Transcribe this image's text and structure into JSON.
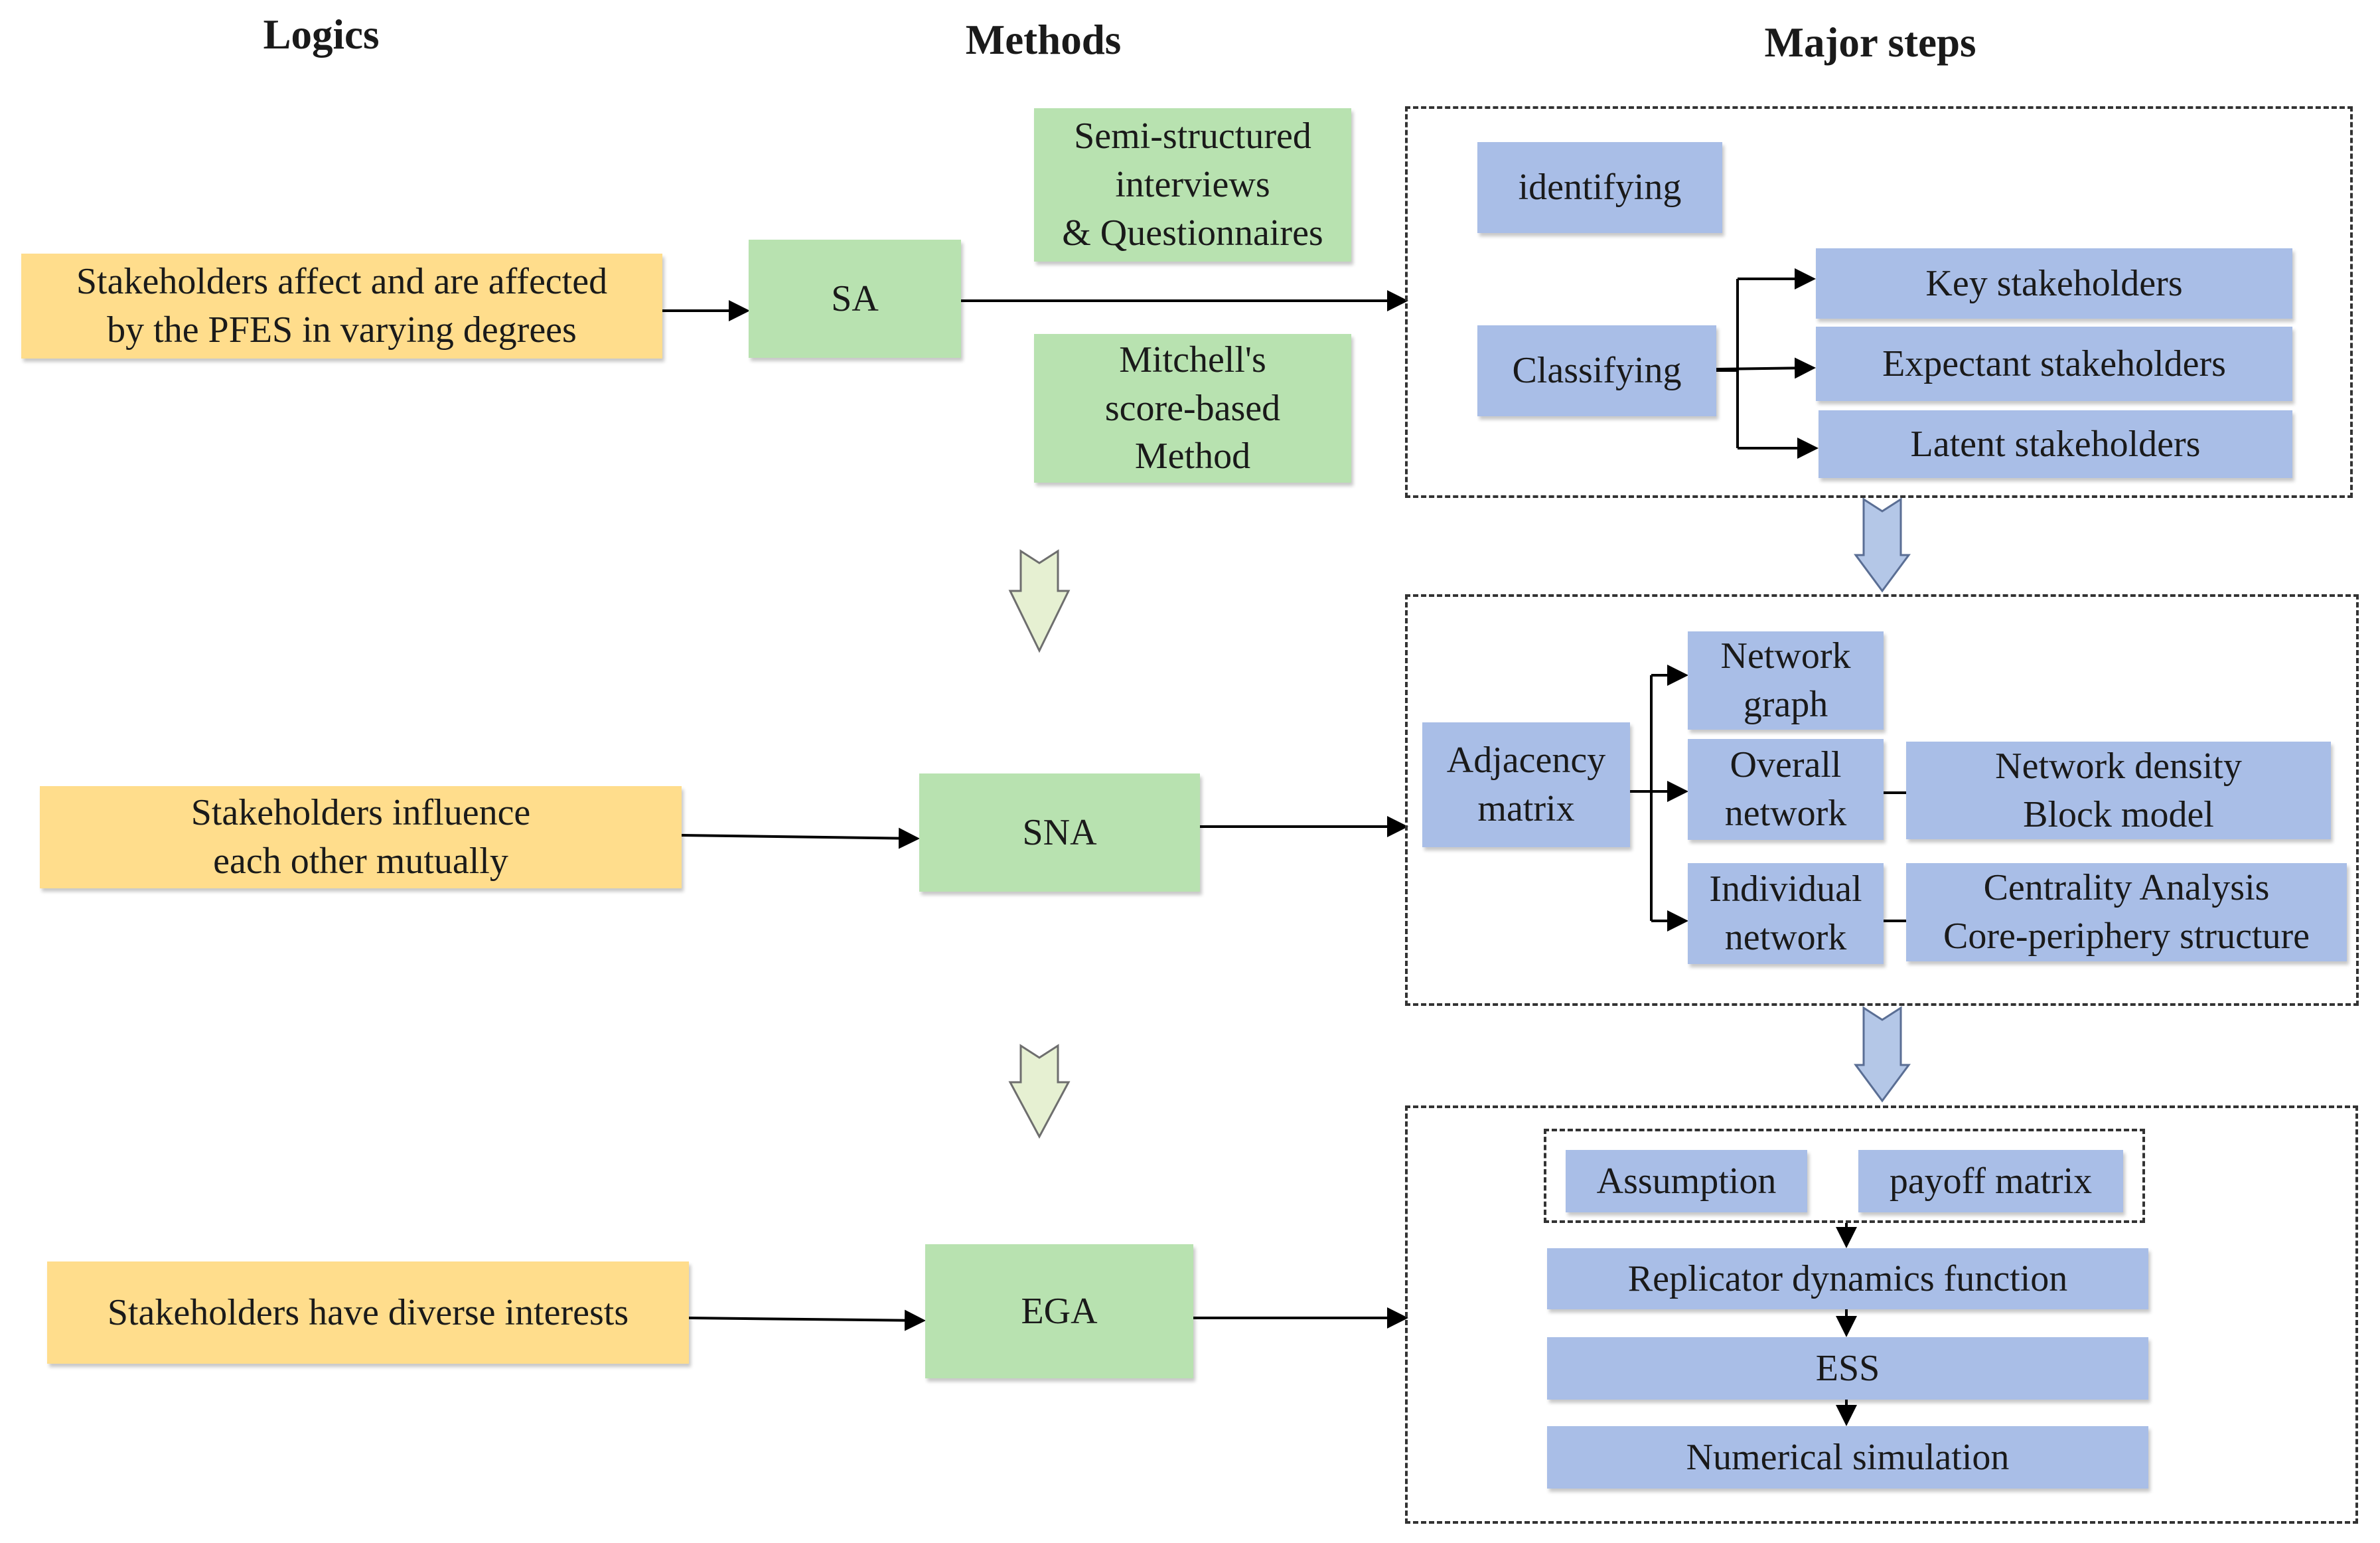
{
  "headers": {
    "logics": "Logics",
    "methods": "Methods",
    "major_steps": "Major steps"
  },
  "logics": {
    "sa": "Stakeholders affect and are affected\nby the PFES in varying degrees",
    "sna": "Stakeholders influence\neach other mutually",
    "ega": "Stakeholders have diverse interests"
  },
  "methods": {
    "sa": "SA",
    "sna": "SNA",
    "ega": "EGA",
    "interviews": "Semi-structured\ninterviews\n& Questionnaires",
    "mitchell": "Mitchell's\nscore-based\nMethod"
  },
  "steps_sa": {
    "identifying": "identifying",
    "classifying": "Classifying",
    "key": "Key stakeholders",
    "expectant": "Expectant stakeholders",
    "latent": "Latent stakeholders"
  },
  "steps_sna": {
    "adjacency": "Adjacency\nmatrix",
    "graph": "Network\ngraph",
    "overall": "Overall\nnetwork",
    "individual": "Individual\nnetwork",
    "density": "Network density\nBlock model",
    "centrality": "Centrality Analysis\nCore-periphery structure"
  },
  "steps_ega": {
    "assumption": "Assumption",
    "payoff": "payoff matrix",
    "replicator": "Replicator dynamics function",
    "ess": "ESS",
    "simulation": "Numerical simulation"
  },
  "colors": {
    "logic_fill": "#FFDD8C",
    "method_fill": "#B8E2B0",
    "step_fill": "#A9BEE7",
    "green_arrow": "#E6F0D2",
    "blue_arrow": "#B4C7E7"
  }
}
